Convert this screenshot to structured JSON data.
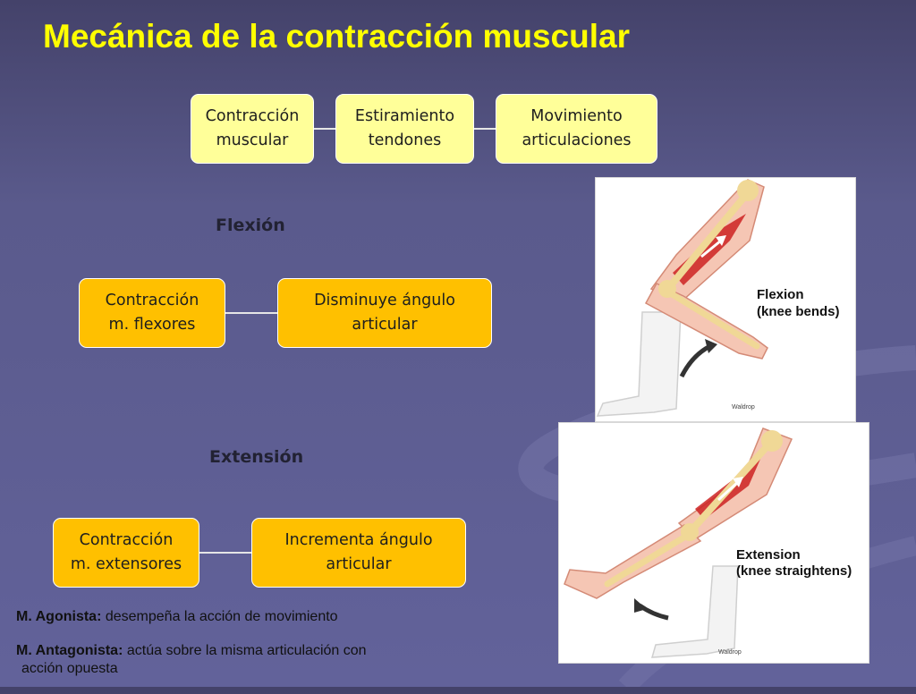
{
  "title": "Mecánica de la contracción muscular",
  "flow": {
    "step1": "Contracción\nmuscular",
    "step2": "Estiramiento\ntendones",
    "step3": "Movimiento\narticulaciones"
  },
  "flexion": {
    "heading": "Flexión",
    "cause": "Contracción\nm. flexores",
    "effect": "Disminuye ángulo\narticular"
  },
  "extension": {
    "heading": "Extensión",
    "cause": "Contracción\nm. extensores",
    "effect": "Incrementa ángulo\narticular"
  },
  "images": {
    "flexion": {
      "label1": "Flexion",
      "label2": "(knee bends)",
      "credit": "Waldrop"
    },
    "extension": {
      "label1": "Extension",
      "label2": "(knee straightens)",
      "credit": "Waldrop"
    }
  },
  "notes": {
    "agonista_term": "M. Agonista:",
    "agonista_text": " desempeña la acción de movimiento",
    "antagonista_term": "M. Antagonista:",
    "antagonista_text": " actúa sobre la misma articulación con",
    "antagonista_cont": "acción opuesta"
  },
  "colors": {
    "title": "#ffff00",
    "box_light": "#ffff99",
    "box_orange": "#ffc000",
    "background": "#5a5a8c"
  }
}
